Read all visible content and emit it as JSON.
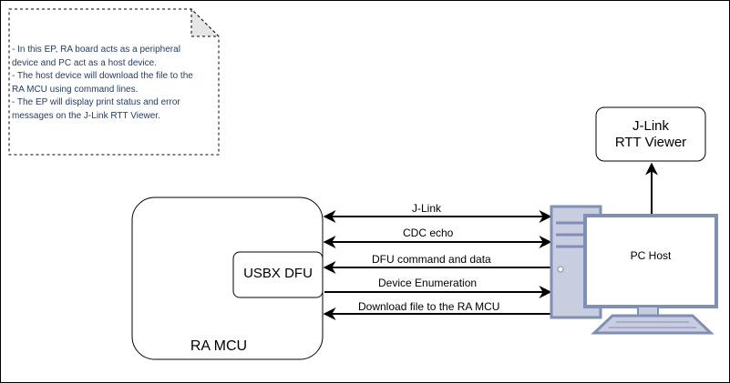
{
  "note": {
    "lines": [
      "- In this EP, RA board acts as a peripheral",
      "device and PC act as a host device.",
      "- The host device will download the file to the",
      "RA MCU using command lines.",
      "- The EP will display print status and error",
      "messages on the J-Link RTT Viewer."
    ]
  },
  "ra_mcu": {
    "label": "RA MCU"
  },
  "usbx_dfu": {
    "label": "USBX DFU"
  },
  "jlink_viewer": {
    "line1": "J-Link",
    "line2": "RTT Viewer"
  },
  "pc_host": {
    "label": "PC Host",
    "color_stroke": "#7f8fb5",
    "color_fill": "#c8cde0"
  },
  "arrows": [
    {
      "label": "J-Link",
      "direction": "both"
    },
    {
      "label": "CDC echo",
      "direction": "both"
    },
    {
      "label": "DFU command and data",
      "direction": "to-mcu"
    },
    {
      "label": "Device Enumeration",
      "direction": "to-pc"
    },
    {
      "label": "Download file to the RA MCU",
      "direction": "to-mcu"
    }
  ]
}
